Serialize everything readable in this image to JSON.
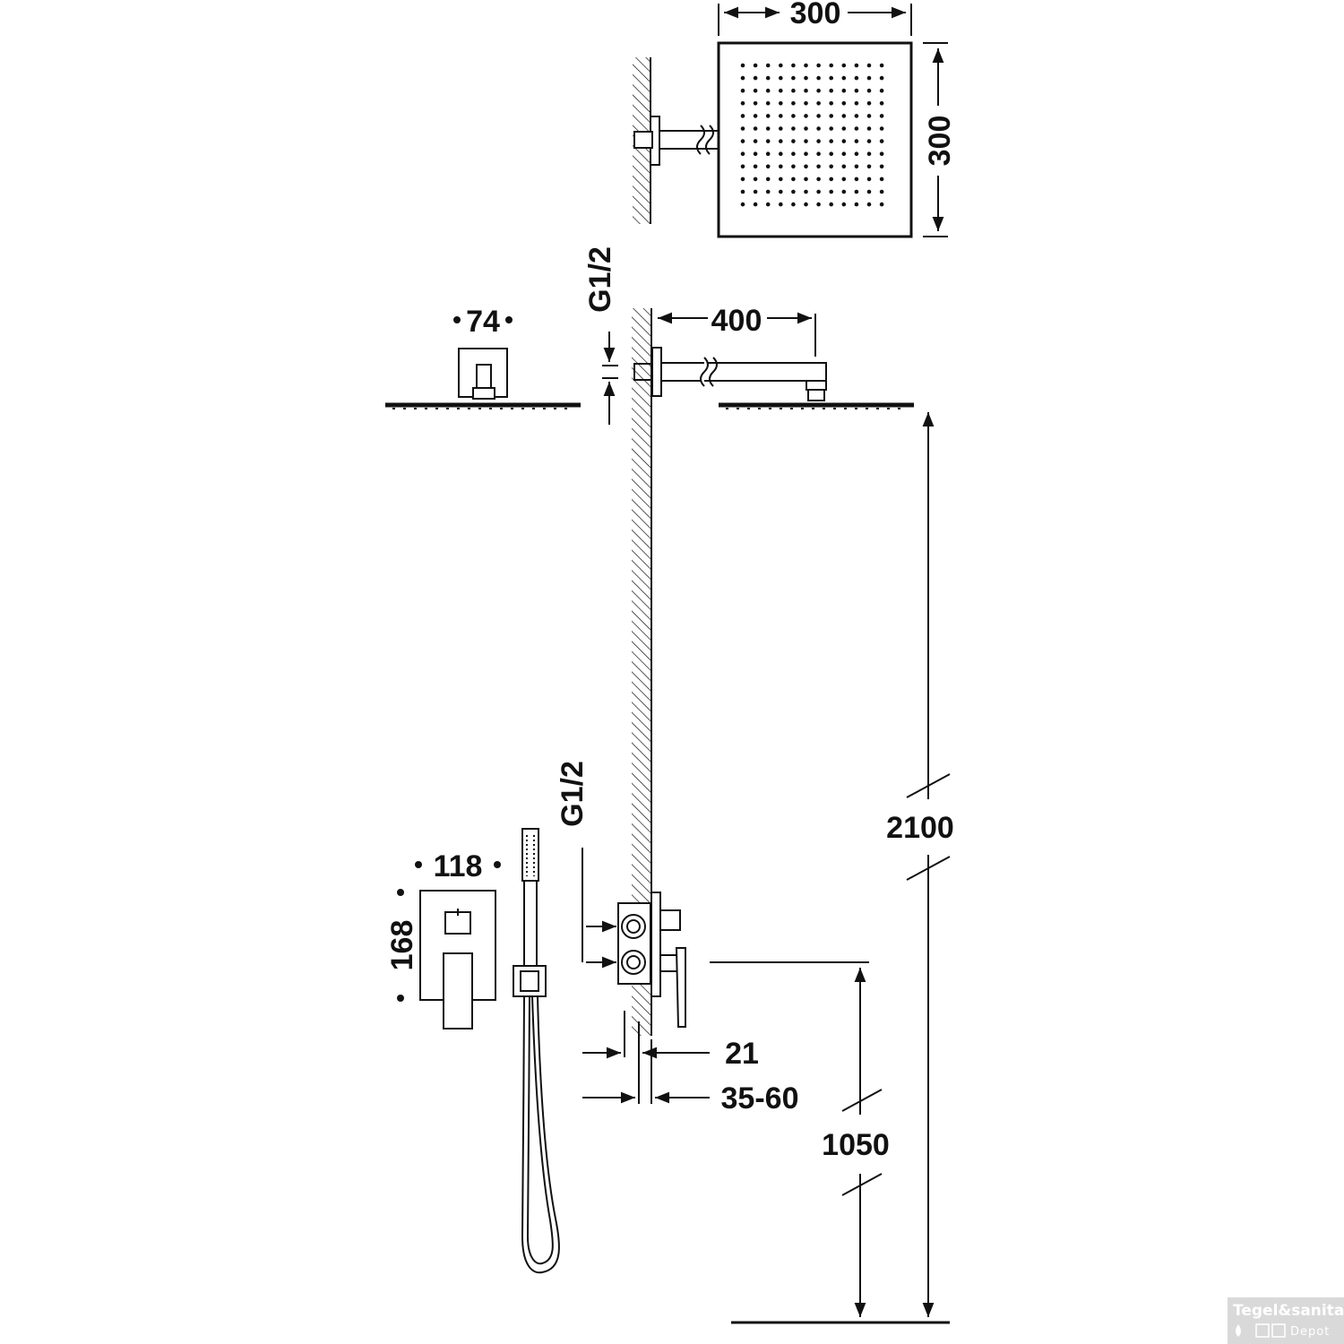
{
  "dimensions": {
    "head_width": "300",
    "head_height": "300",
    "thread_top": "G1/2",
    "arm_length": "400",
    "arm_flange": "74",
    "shower_height": "2100",
    "thread_valve": "G1/2",
    "valve_width": "118",
    "valve_height": "168",
    "wall_offset": "21",
    "embed_depth": "35-60",
    "valve_height_floor": "1050"
  },
  "watermark": {
    "brand": "Tegel&sanitair",
    "sub": "Depot"
  },
  "colors": {
    "line": "#111111",
    "background": "#ffffff",
    "watermark_bg": "#d9d9d9"
  }
}
